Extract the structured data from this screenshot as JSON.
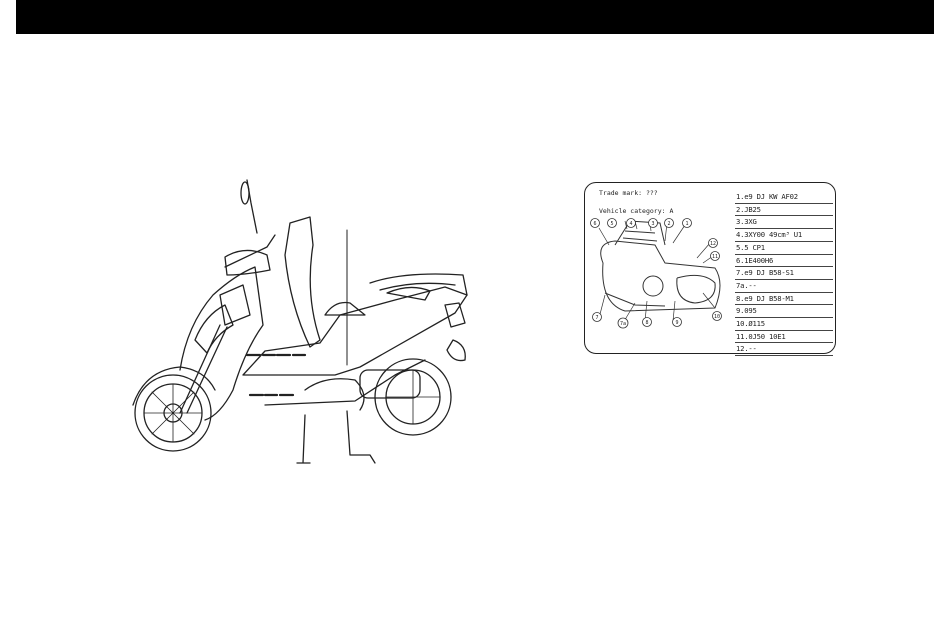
{
  "plate": {
    "trade_mark": "Trade mark: ???",
    "vehicle_category": "Vehicle category: A",
    "items": [
      "1.e9 DJ KW AF02",
      "2.JB25",
      "3.3XG",
      "4.3XY00 49cm³ U1",
      "5.5 CP1",
      "6.1E400H6",
      "7.e9 DJ B58-S1",
      "7a.--",
      "8.e9 DJ B58-M1",
      "9.095",
      "10.Ø115",
      "11.0J50 10E1",
      "12.--"
    ],
    "callouts": [
      "6",
      "5",
      "4",
      "3",
      "2",
      "1",
      "12",
      "11",
      "7",
      "7a",
      "8",
      "9",
      "10"
    ]
  }
}
